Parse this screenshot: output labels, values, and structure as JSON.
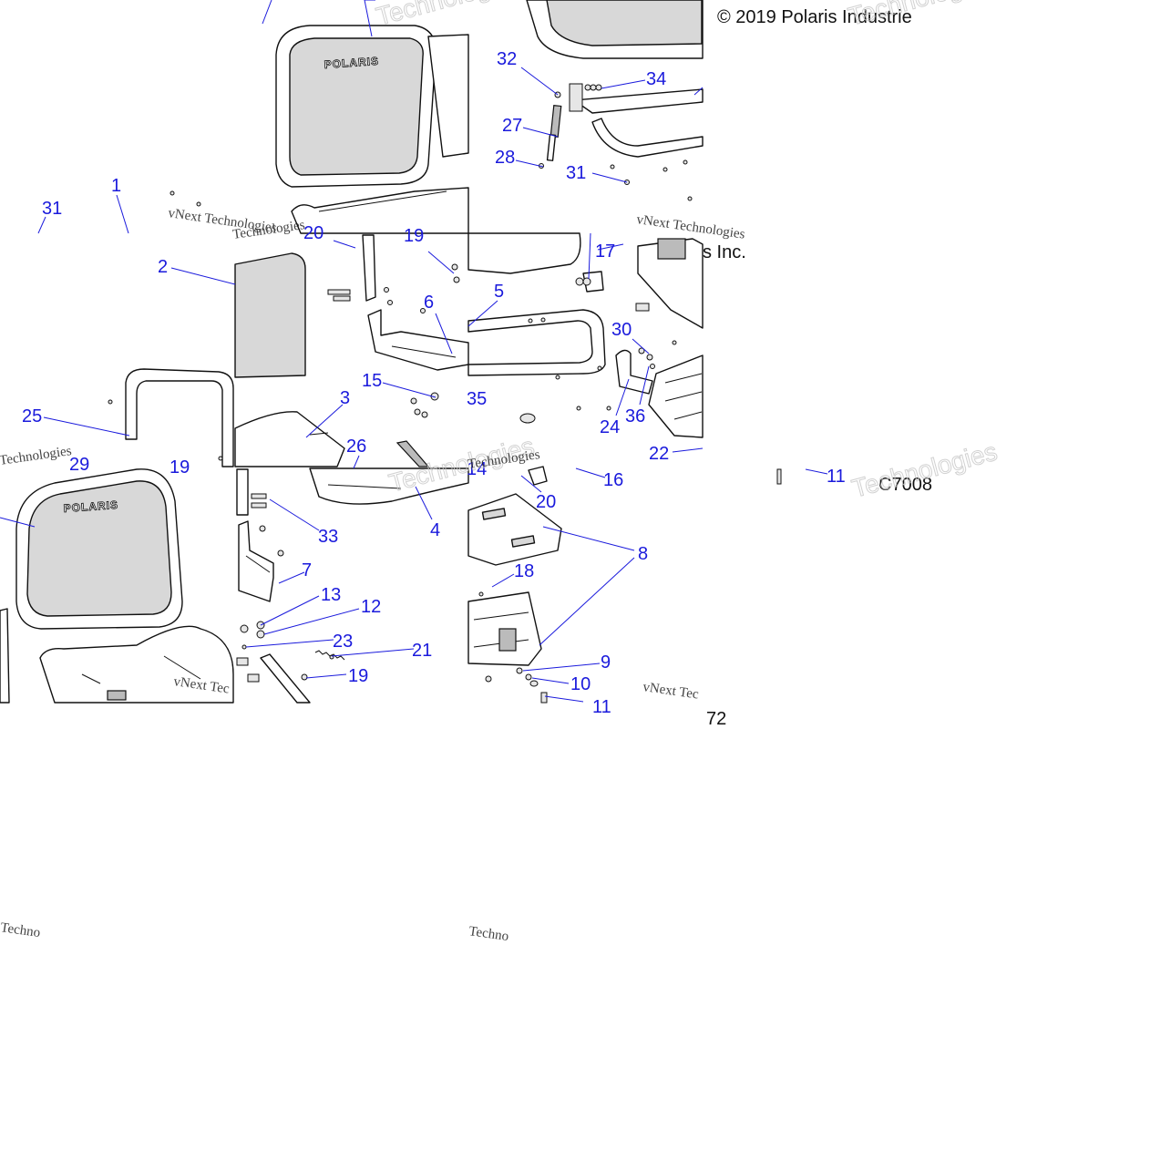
{
  "copyright_top": "© 2019 Polaris Industrie",
  "copyright_mid": "s Inc.",
  "drawing_code": "C7008",
  "drawing_code_tail": "72",
  "brand_logo": "POLARIS",
  "watermarks": [
    "vNext Technologies",
    "Technologies",
    "vNext Tec",
    "Techno",
    "Technologies"
  ],
  "callouts": [
    "32",
    "34",
    "27",
    "28",
    "31",
    "1",
    "31",
    "2",
    "25",
    "29",
    "19",
    "20",
    "19",
    "6",
    "15",
    "3",
    "26",
    "33",
    "7",
    "13",
    "12",
    "23",
    "21",
    "19",
    "4",
    "17",
    "5",
    "30",
    "24",
    "36",
    "35",
    "16",
    "20",
    "8",
    "18",
    "9",
    "10",
    "11",
    "22",
    "14",
    "11"
  ]
}
